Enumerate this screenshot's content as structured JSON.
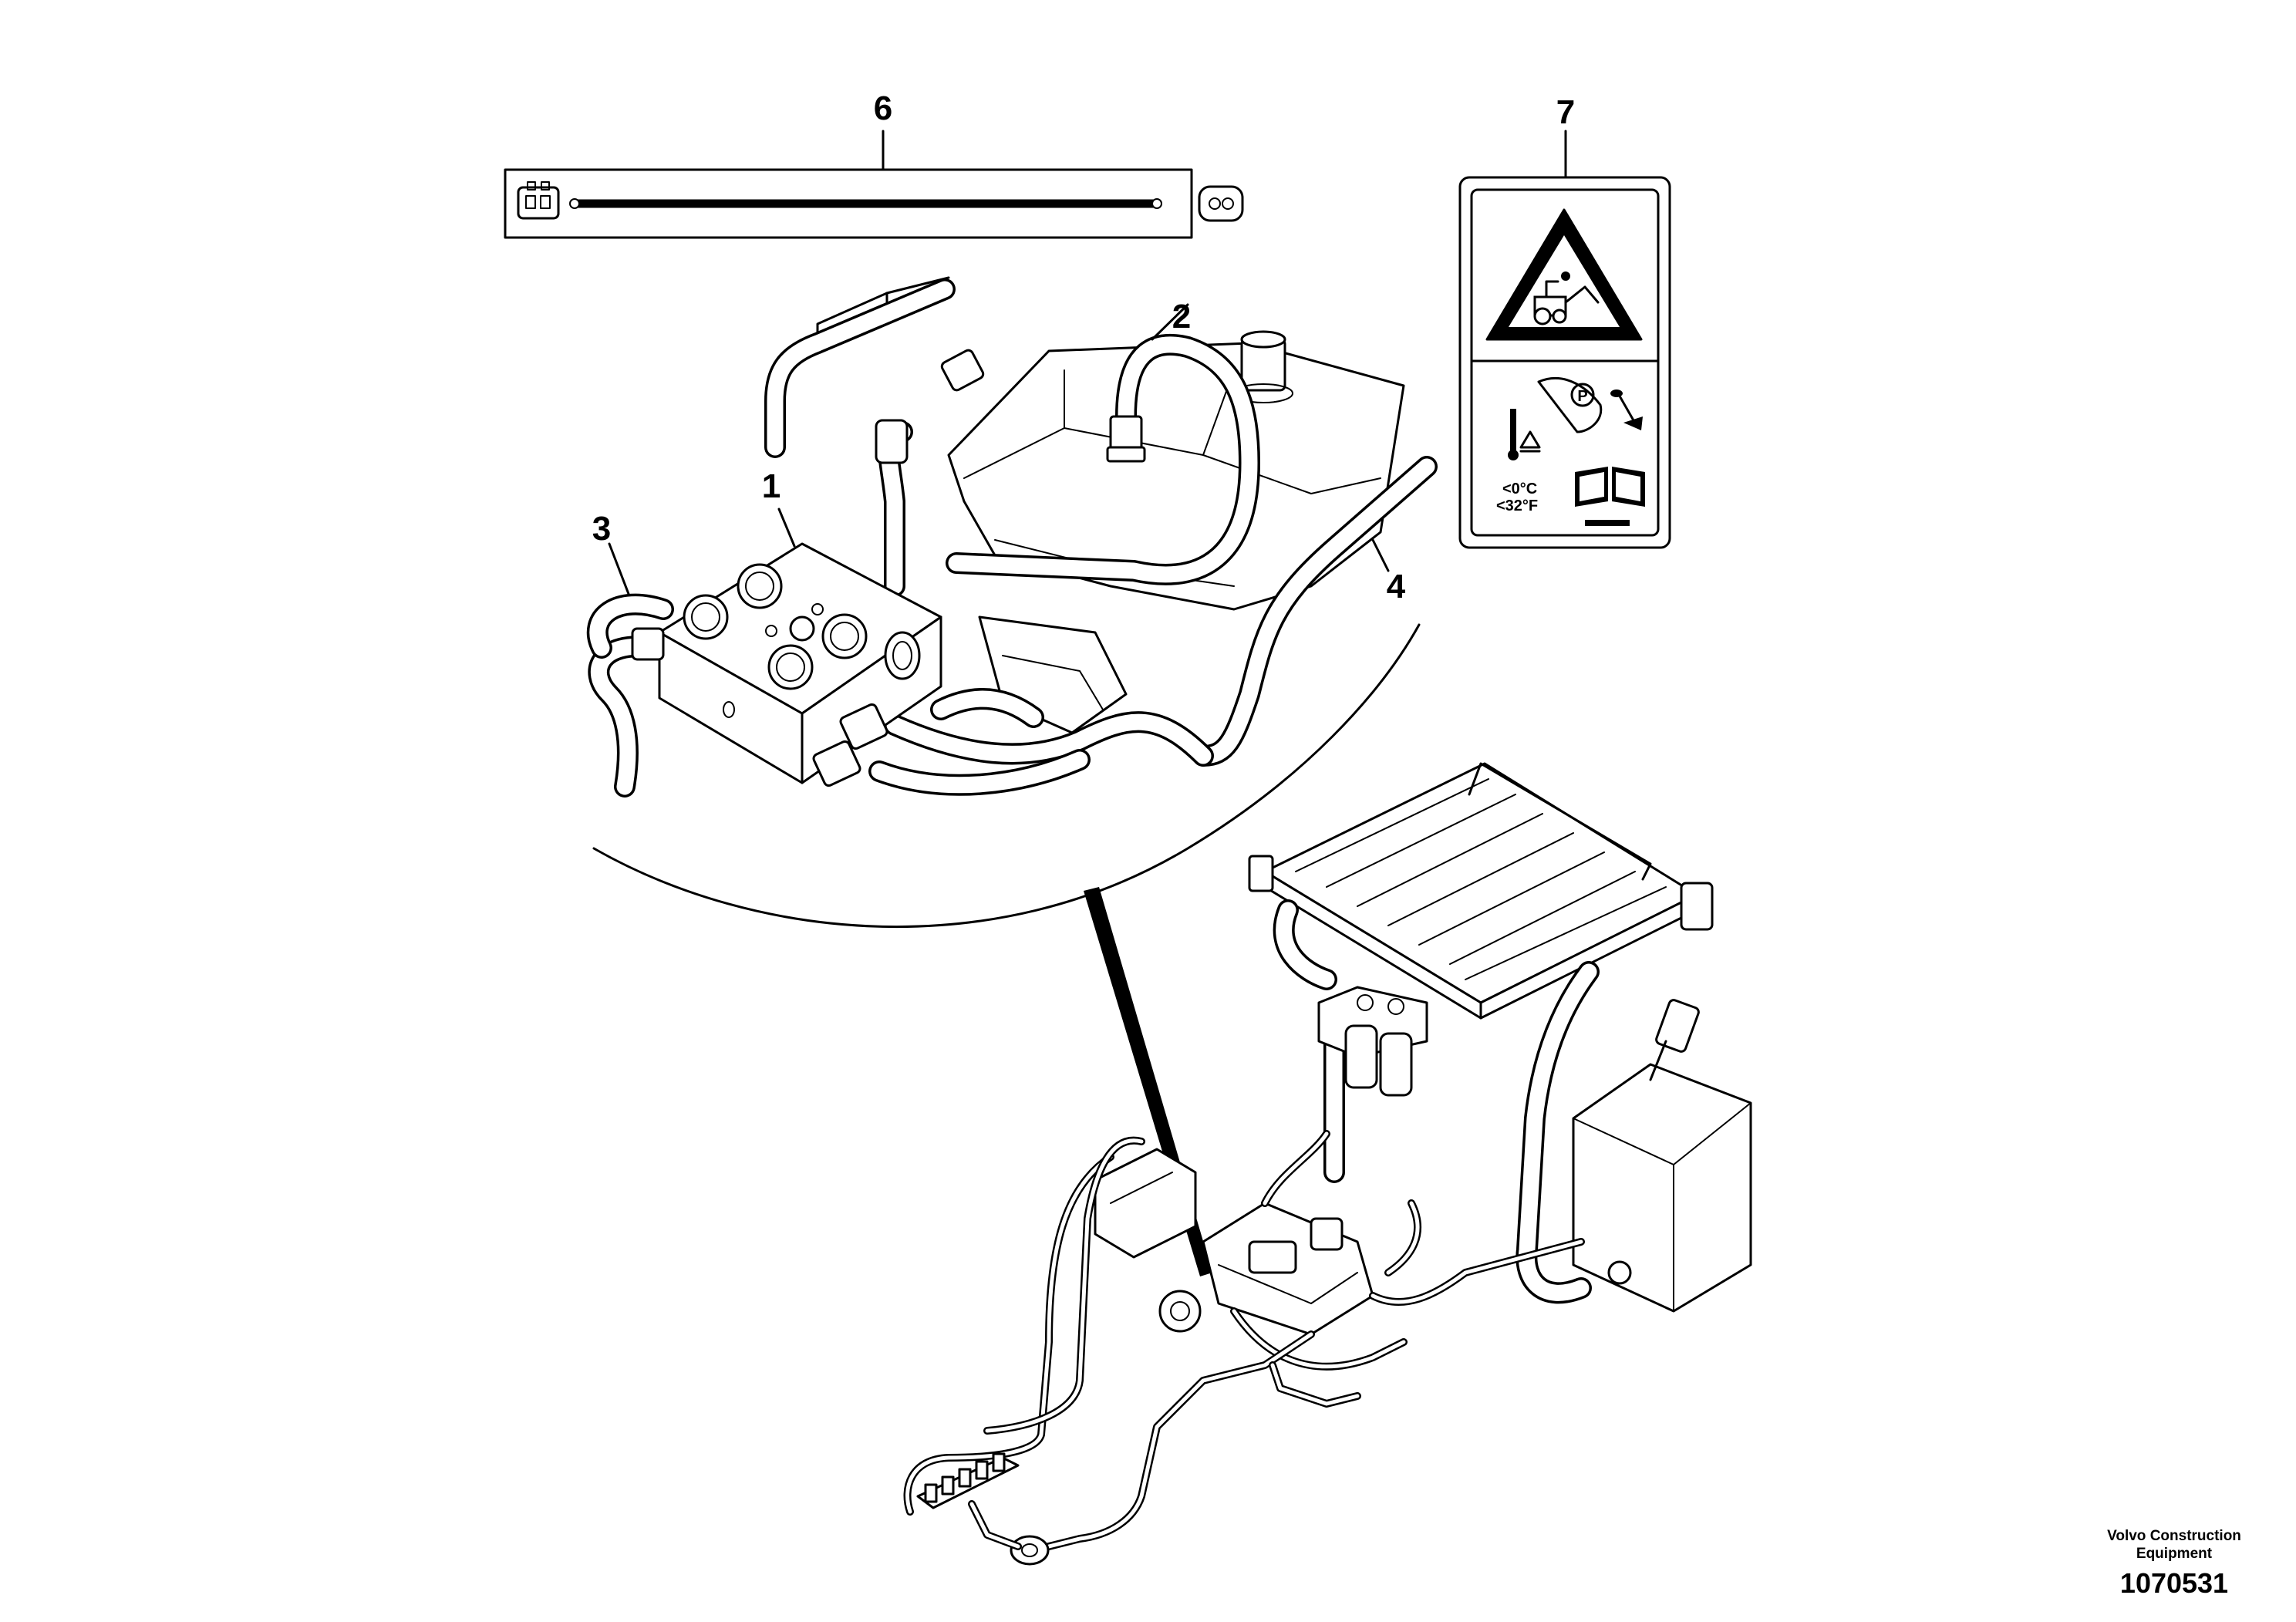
{
  "labels": {
    "p1": "1",
    "p2": "2",
    "p3": "3",
    "p4": "4",
    "p6": "6",
    "p7": "7"
  },
  "decal": {
    "temp_c": "<0°C",
    "temp_f": "<32°F",
    "park": "P"
  },
  "footer": {
    "brand_line1": "Volvo Construction",
    "brand_line2": "Equipment",
    "doc_number": "1070531"
  }
}
